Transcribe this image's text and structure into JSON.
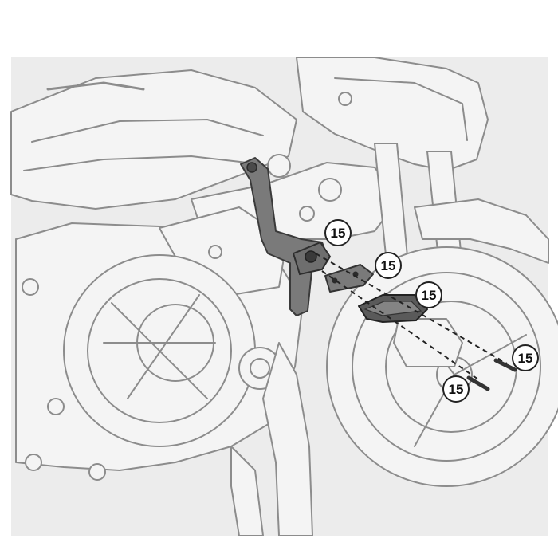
{
  "diagram": {
    "colors": {
      "background": "#ffffff",
      "panel": "#ececec",
      "line": "#8c8c8c",
      "line_dark": "#555555",
      "part_fill": "#7a7a7a",
      "part_dark": "#4a4a4a",
      "dash": "#222222",
      "callout_fill": "#ffffff",
      "callout_stroke": "#222222"
    },
    "callouts": [
      {
        "label": "15"
      },
      {
        "label": "15"
      },
      {
        "label": "15"
      },
      {
        "label": "15"
      },
      {
        "label": "15"
      }
    ]
  }
}
